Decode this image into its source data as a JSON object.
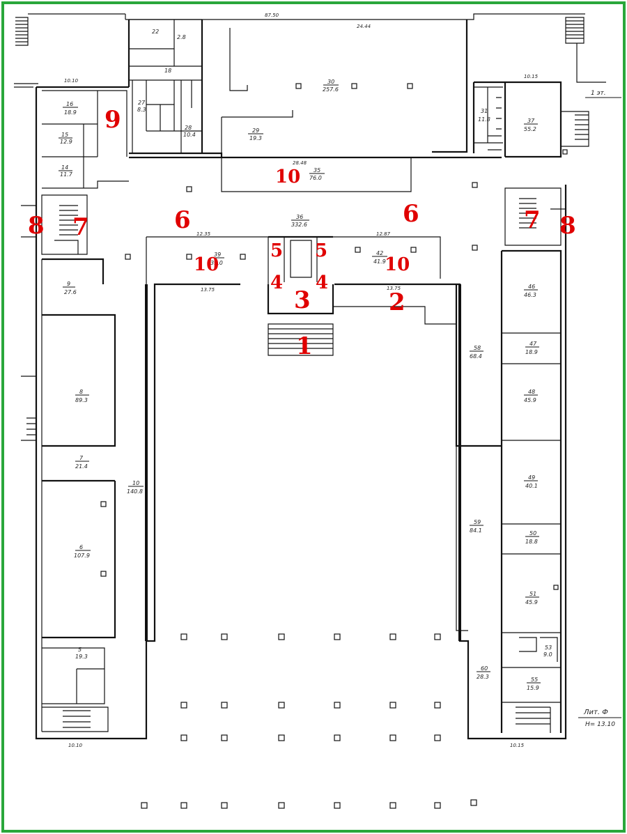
{
  "plan": {
    "border_color": "#2aa73b",
    "marker_color": "#e00000",
    "top_dims": [
      {
        "id": "top-total",
        "text": "87.50"
      },
      {
        "id": "top-hall",
        "text": "24.44"
      },
      {
        "id": "top-left-wing",
        "text": "10.10"
      },
      {
        "id": "top-right-wing",
        "text": "10.15"
      },
      {
        "id": "corridor",
        "text": "28.48"
      },
      {
        "id": "left-lobby",
        "text": "12.35"
      },
      {
        "id": "right-lobby",
        "text": "12.87"
      },
      {
        "id": "left-front",
        "text": "13.75"
      },
      {
        "id": "right-front",
        "text": "13.75"
      },
      {
        "id": "bottom-left",
        "text": "10.10"
      },
      {
        "id": "bottom-right",
        "text": "10.15"
      }
    ],
    "rooms": [
      {
        "id": "r30",
        "no": "30",
        "area": "257.6"
      },
      {
        "id": "r22",
        "no": "22",
        "area": "2.8"
      },
      {
        "id": "r18",
        "no": "18",
        "area": ""
      },
      {
        "id": "r16",
        "no": "16",
        "area": "18.9"
      },
      {
        "id": "r15",
        "no": "15",
        "area": "12.9"
      },
      {
        "id": "r14",
        "no": "14",
        "area": "11.7"
      },
      {
        "id": "r27",
        "no": "27",
        "area": "8.3"
      },
      {
        "id": "r28",
        "no": "28",
        "area": "10.4"
      },
      {
        "id": "r29",
        "no": "29",
        "area": "19.3"
      },
      {
        "id": "r35",
        "no": "35",
        "area": "76.0"
      },
      {
        "id": "r36",
        "no": "36",
        "area": "332.6"
      },
      {
        "id": "r31",
        "no": "31",
        "area": "11.8"
      },
      {
        "id": "r37",
        "no": "37",
        "area": "55.2"
      },
      {
        "id": "r39",
        "no": "39",
        "area": "39.0"
      },
      {
        "id": "r42",
        "no": "42",
        "area": "41.9"
      },
      {
        "id": "r9",
        "no": "9",
        "area": "27.6"
      },
      {
        "id": "r8",
        "no": "8",
        "area": "89.3"
      },
      {
        "id": "r7",
        "no": "7",
        "area": "21.4"
      },
      {
        "id": "r10",
        "no": "10",
        "area": "140.8"
      },
      {
        "id": "r6",
        "no": "6",
        "area": "107.9"
      },
      {
        "id": "r5",
        "no": "5",
        "area": "19.3"
      },
      {
        "id": "r46",
        "no": "46",
        "area": "46.3"
      },
      {
        "id": "r47",
        "no": "47",
        "area": "18.9"
      },
      {
        "id": "r48",
        "no": "48",
        "area": "45.9"
      },
      {
        "id": "r49",
        "no": "49",
        "area": "40.1"
      },
      {
        "id": "r50",
        "no": "50",
        "area": "18.8"
      },
      {
        "id": "r51",
        "no": "51",
        "area": "45.9"
      },
      {
        "id": "r58",
        "no": "58",
        "area": "68.4"
      },
      {
        "id": "r59",
        "no": "59",
        "area": "84.1"
      },
      {
        "id": "r60",
        "no": "60",
        "area": "28.3"
      },
      {
        "id": "r55",
        "no": "55",
        "area": "15.9"
      },
      {
        "id": "r53",
        "no": "53",
        "area": "9.0"
      }
    ],
    "markers": [
      {
        "id": "m1",
        "text": "1"
      },
      {
        "id": "m2",
        "text": "2"
      },
      {
        "id": "m3",
        "text": "3"
      },
      {
        "id": "m4a",
        "text": "4"
      },
      {
        "id": "m4b",
        "text": "4"
      },
      {
        "id": "m5a",
        "text": "5"
      },
      {
        "id": "m5b",
        "text": "5"
      },
      {
        "id": "m6a",
        "text": "6"
      },
      {
        "id": "m6b",
        "text": "6"
      },
      {
        "id": "m7a",
        "text": "7"
      },
      {
        "id": "m7b",
        "text": "7"
      },
      {
        "id": "m8a",
        "text": "8"
      },
      {
        "id": "m8b",
        "text": "8"
      },
      {
        "id": "m9",
        "text": "9"
      },
      {
        "id": "m10a",
        "text": "10"
      },
      {
        "id": "m10b",
        "text": "10"
      },
      {
        "id": "m10c",
        "text": "10"
      }
    ],
    "notes": {
      "top_right": "1 эт.",
      "sheet": "Лит. Ф",
      "height": "Н= 13.10"
    }
  }
}
